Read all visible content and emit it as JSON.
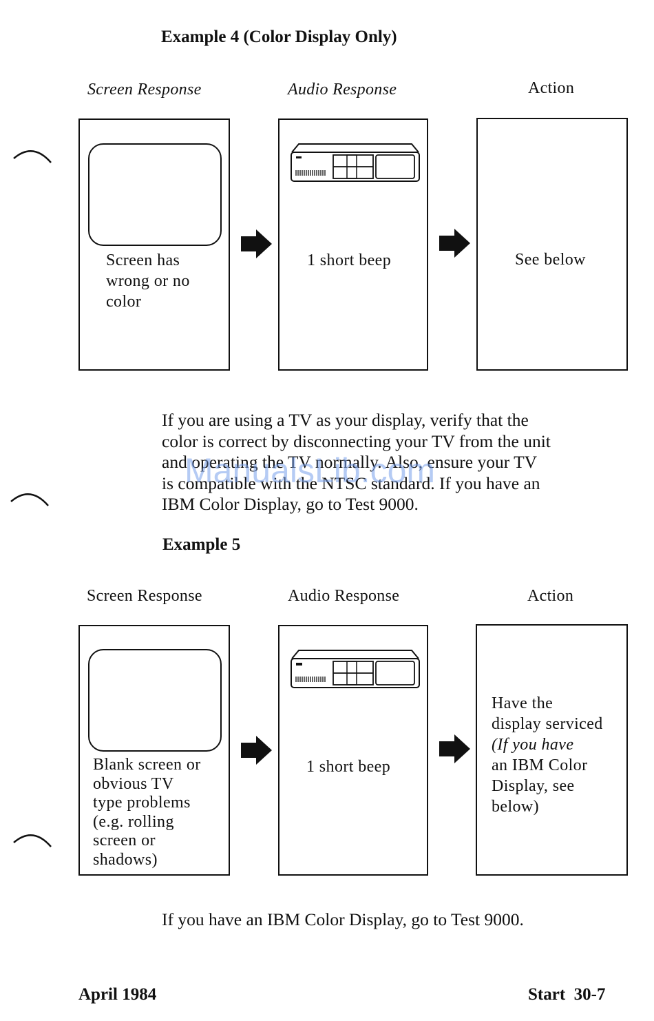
{
  "example4": {
    "title": "Example 4   (Color Display Only)",
    "headers": {
      "screen": "Screen Response",
      "audio": "Audio Response",
      "action": "Action"
    },
    "screen_text": [
      "Screen has",
      "wrong or no",
      "color"
    ],
    "audio_text": "1 short beep",
    "action_text": "See below"
  },
  "paragraph1": [
    "If you are using a TV as your display, verify that the",
    "color is correct by disconnecting your TV from the unit",
    "and operating the TV normally.  Also, ensure your TV",
    "is compatible with the NTSC standard.  If you have an",
    "IBM Color Display, go to Test 9000."
  ],
  "example5": {
    "title": "Example 5",
    "headers": {
      "screen": "Screen Response",
      "audio": "Audio Response",
      "action": "Action"
    },
    "screen_text": [
      "Blank screen or",
      "obvious TV",
      "type problems",
      "(e.g. rolling",
      "screen or",
      "shadows)"
    ],
    "audio_text": "1 short beep",
    "action_text": [
      "Have the",
      "display serviced",
      "(If you have",
      "an IBM Color",
      "Display, see",
      "below)"
    ]
  },
  "paragraph2": "If you have an IBM Color Display, go to Test 9000.",
  "watermark": "ManualsLib.com",
  "footer": {
    "date": "April 1984",
    "page": "Start  30-7"
  },
  "icons": {
    "arrow": "right-arrow-icon",
    "system_unit": "system-unit-icon",
    "display": "display-screen-icon"
  }
}
